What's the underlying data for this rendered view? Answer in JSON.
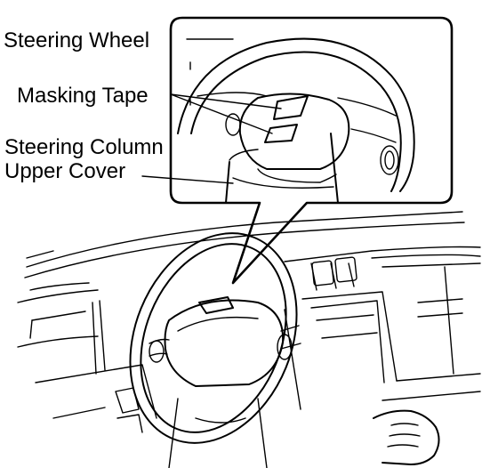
{
  "labels": {
    "steering_wheel": "Steering Wheel",
    "masking_tape": "Masking Tape",
    "steering_column_line1": "Steering Column",
    "steering_column_line2": "Upper Cover"
  }
}
